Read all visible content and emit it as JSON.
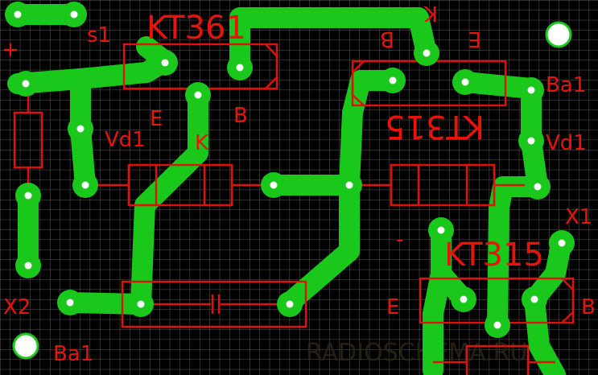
{
  "colors": {
    "background": "#000000",
    "grid": "#5a5a5a",
    "copper": "#19c81a",
    "silkscreen": "#e0100a",
    "hole": "#ffffff"
  },
  "labels": {
    "plus": "+",
    "s1": "s1",
    "kt361": "KT361",
    "k_top": "K",
    "b_top": "B",
    "e_top": "E",
    "e_left": "E",
    "b_left": "B",
    "k_left": "K",
    "vd1_left": "Vd1",
    "kt315_mirrored": "KT315",
    "ba1_right": "Ba1",
    "vd1_right": "Vd1",
    "x1": "X1",
    "minus": "-",
    "kt315": "KT315",
    "e_bottom": "E",
    "b_bottom": "B",
    "x2": "X2",
    "ba1_bottom": "Ba1",
    "watermark": "RADIOSCHEMA.RU"
  }
}
